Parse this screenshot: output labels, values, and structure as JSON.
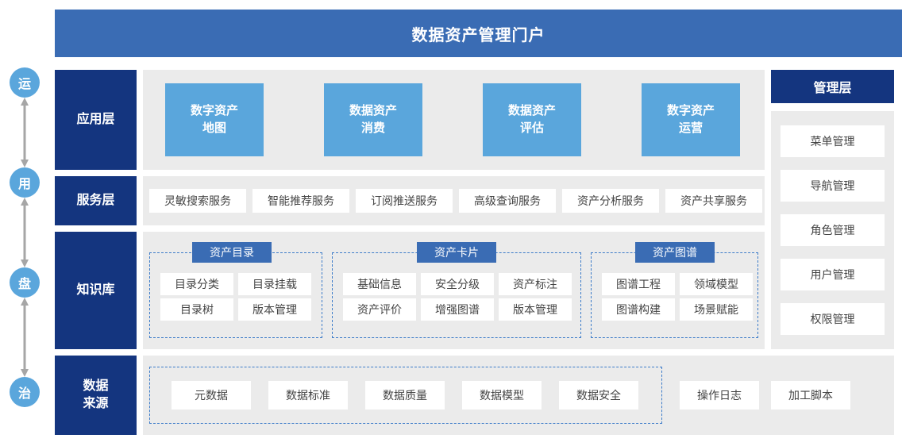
{
  "header": {
    "title": "数据资产管理门户"
  },
  "rail": {
    "circles": [
      {
        "label": "运"
      },
      {
        "label": "用"
      },
      {
        "label": "盘"
      },
      {
        "label": "治"
      }
    ]
  },
  "layers": [
    {
      "label": "应用层"
    },
    {
      "label": "服务层"
    },
    {
      "label": "知识库"
    },
    {
      "label": "数据\n来源"
    }
  ],
  "application_layer": {
    "cards": [
      {
        "line1": "数字资产",
        "line2": "地图"
      },
      {
        "line1": "数据资产",
        "line2": "消费"
      },
      {
        "line1": "数据资产",
        "line2": "评估"
      },
      {
        "line1": "数字资产",
        "line2": "运营"
      }
    ]
  },
  "service_layer": {
    "items": [
      {
        "label": "灵敏搜索服务"
      },
      {
        "label": "智能推荐服务"
      },
      {
        "label": "订阅推送服务"
      },
      {
        "label": "高级查询服务"
      },
      {
        "label": "资产分析服务"
      },
      {
        "label": "资产共享服务"
      }
    ]
  },
  "knowledge_layer": {
    "groups": [
      {
        "title": "资产目录",
        "items": [
          {
            "label": "目录分类"
          },
          {
            "label": "目录挂载"
          },
          {
            "label": "目录树"
          },
          {
            "label": "版本管理"
          }
        ]
      },
      {
        "title": "资产卡片",
        "items": [
          {
            "label": "基础信息"
          },
          {
            "label": "安全分级"
          },
          {
            "label": "资产标注"
          },
          {
            "label": "资产评价"
          },
          {
            "label": "增强图谱"
          },
          {
            "label": "版本管理"
          }
        ]
      },
      {
        "title": "资产图谱",
        "items": [
          {
            "label": "图谱工程"
          },
          {
            "label": "领域模型"
          },
          {
            "label": "图谱构建"
          },
          {
            "label": "场景赋能"
          }
        ]
      }
    ]
  },
  "data_source_layer": {
    "grouped_items": [
      {
        "label": "元数据"
      },
      {
        "label": "数据标准"
      },
      {
        "label": "数据质量"
      },
      {
        "label": "数据模型"
      },
      {
        "label": "数据安全"
      }
    ],
    "extra_items": [
      {
        "label": "操作日志"
      },
      {
        "label": "加工脚本"
      }
    ]
  },
  "management_panel": {
    "title": "管理层",
    "items": [
      {
        "label": "菜单管理"
      },
      {
        "label": "导航管理"
      },
      {
        "label": "角色管理"
      },
      {
        "label": "用户管理"
      },
      {
        "label": "权限管理"
      }
    ]
  },
  "colors": {
    "header_blue": "#3a6cb4",
    "layer_navy": "#14357f",
    "accent_light_blue": "#5aa6dc",
    "panel_gray": "#ebebeb",
    "dashed_blue": "#3d7cc9",
    "chip_white": "#ffffff",
    "arrow_gray": "#a6a6a6"
  }
}
